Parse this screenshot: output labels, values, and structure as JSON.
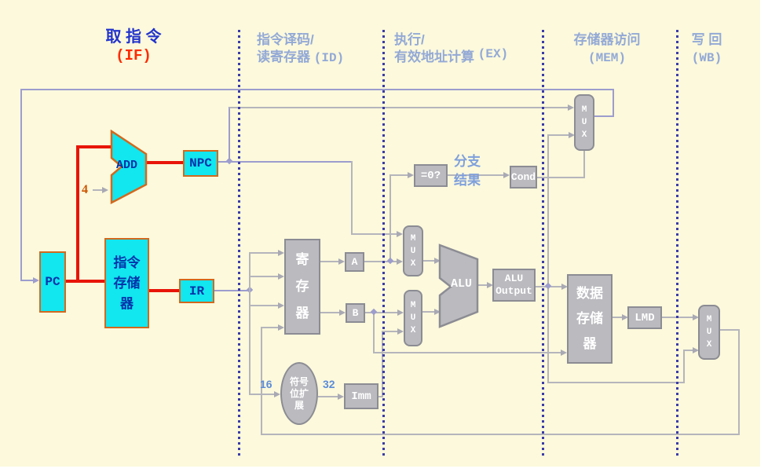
{
  "stages": {
    "if_stage": {
      "title": "取 指 令",
      "abbr": "(IF)"
    },
    "id_stage": {
      "line1": "指令译码/",
      "line2": "读寄存器",
      "abbr": "(ID)"
    },
    "ex_stage": {
      "line1": "执行/",
      "line2": "有效地址计算",
      "abbr": "(EX)"
    },
    "mem_stage": {
      "line1": "存储器访问",
      "abbr": "(MEM)"
    },
    "wb_stage": {
      "line1": "写 回",
      "abbr": "(WB)"
    }
  },
  "components": {
    "pc": "PC",
    "add": "ADD",
    "npc": "NPC",
    "instr_mem_lines": [
      "指令",
      "存储",
      "器"
    ],
    "ir": "IR",
    "regfile_lines": [
      "寄",
      "存",
      "器"
    ],
    "a": "A",
    "b": "B",
    "sign_extend_lines": [
      "符号",
      "位扩",
      "展"
    ],
    "imm": "Imm",
    "zero_test": "=0?",
    "cond": "Cond",
    "mux_letters": [
      "M",
      "U",
      "X"
    ],
    "alu": "ALU",
    "alu_output_lines": [
      "ALU",
      "Output"
    ],
    "data_mem_lines": [
      "数据",
      "存储",
      "器"
    ],
    "lmd": "LMD"
  },
  "wire_labels": {
    "adder_increment": "4",
    "immediate_in_bits": "16",
    "immediate_out_bits": "32",
    "branch_result_lines": [
      "分支",
      "结果"
    ]
  },
  "colors": {
    "background": "#FCF9DC",
    "unit_cyan": "#12E6EF",
    "unit_cyan_border": "#D2691E",
    "unit_gray": "#BABABF",
    "unit_gray_border": "#8C8C94",
    "wire_gray": "#B5B5BC",
    "wire_lavender": "#9D9DCE",
    "highlight_red": "#E81508",
    "stage_divider": "#3B3BA8",
    "stage_label_blue": "#93A9D6",
    "if_label_blue": "#2233CC",
    "if_abbr_red": "#FF2A00",
    "cyan_text": "#0033AA"
  }
}
